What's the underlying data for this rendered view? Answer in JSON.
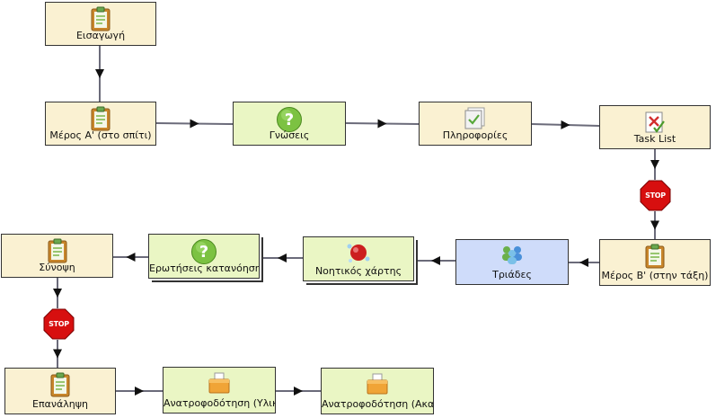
{
  "colors": {
    "activity": "#faf1d2",
    "question": "#eaf6c4",
    "group": "#cfdcfa",
    "stop": "#d70f0f",
    "edge": "#6b6b7a",
    "arrowhead": "#111111"
  },
  "nodes": [
    {
      "id": "n1",
      "label": "Εισαγωγή",
      "kind": "activity",
      "icon": "clipboard-icon"
    },
    {
      "id": "n2",
      "label": "Μέρος Α' (στο σπίτι)",
      "kind": "activity",
      "icon": "clipboard-icon"
    },
    {
      "id": "n3",
      "label": "Γνώσεις",
      "kind": "question",
      "icon": "question-icon"
    },
    {
      "id": "n4",
      "label": "Πληροφορίες",
      "kind": "activity",
      "icon": "paper-check-icon"
    },
    {
      "id": "n5",
      "label": "Task List",
      "kind": "activity",
      "icon": "task-list-icon"
    },
    {
      "id": "n6",
      "label": "STOP",
      "kind": "stop",
      "icon": "stop-sign-icon"
    },
    {
      "id": "n7",
      "label": "Μέρος Β' (στην τάξη)",
      "kind": "activity",
      "icon": "clipboard-icon"
    },
    {
      "id": "n8",
      "label": "Τριάδες",
      "kind": "group",
      "icon": "people-group-icon"
    },
    {
      "id": "n9",
      "label": "Νοητικός χάρτης",
      "kind": "question",
      "icon": "molecule-icon",
      "stacked": true
    },
    {
      "id": "n10",
      "label": "Ερωτήσεις κατανόησης",
      "kind": "question",
      "icon": "question-icon",
      "stacked": true
    },
    {
      "id": "n11",
      "label": "Σύνοψη",
      "kind": "activity",
      "icon": "clipboard-icon"
    },
    {
      "id": "n12",
      "label": "STOP",
      "kind": "stop",
      "icon": "stop-sign-icon"
    },
    {
      "id": "n13",
      "label": "Επανάληψη",
      "kind": "activity",
      "icon": "clipboard-icon"
    },
    {
      "id": "n14",
      "label": "Ανατροφοδότηση (Υλικό)",
      "kind": "question",
      "icon": "box-icon"
    },
    {
      "id": "n15",
      "label": "Ανατροφοδότηση (Ακαδημαϊκή)",
      "kind": "question",
      "icon": "box-icon"
    }
  ],
  "edges": [
    {
      "from": "n1",
      "to": "n2"
    },
    {
      "from": "n2",
      "to": "n3"
    },
    {
      "from": "n3",
      "to": "n4"
    },
    {
      "from": "n4",
      "to": "n5"
    },
    {
      "from": "n5",
      "to": "n6"
    },
    {
      "from": "n6",
      "to": "n7"
    },
    {
      "from": "n7",
      "to": "n8"
    },
    {
      "from": "n8",
      "to": "n9"
    },
    {
      "from": "n9",
      "to": "n10"
    },
    {
      "from": "n10",
      "to": "n11"
    },
    {
      "from": "n11",
      "to": "n12"
    },
    {
      "from": "n12",
      "to": "n13"
    },
    {
      "from": "n13",
      "to": "n14"
    },
    {
      "from": "n14",
      "to": "n15"
    }
  ]
}
